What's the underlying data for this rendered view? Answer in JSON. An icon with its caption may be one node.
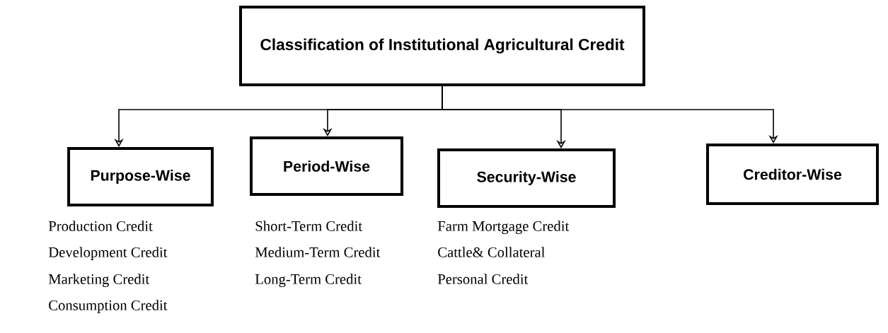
{
  "diagram": {
    "nodes": [
      {
        "text": [
          "Classification of Institutional Agricultural Credit"
        ]
      },
      {
        "text": [
          "Purpose-Wise"
        ],
        "beside": [
          "Production Credit",
          "Development Credit",
          "Marketing Credit",
          "Consumption Credit"
        ]
      },
      {
        "text": [
          "Period-Wise"
        ],
        "beside": [
          "Short-Term Credit",
          "Medium-Term Credit",
          "Long-Term Credit"
        ]
      },
      {
        "text": [
          "Security-Wise"
        ],
        "beside": [
          "Farm Mortgage Credit",
          "Cattle& Collateral",
          "Personal Credit"
        ]
      },
      {
        "text": [
          "Creditor-Wise"
        ]
      }
    ],
    "edges": [
      {
        "from": 0,
        "to": 1,
        "arrow": "to"
      },
      {
        "from": 0,
        "to": 2,
        "arrow": "to"
      },
      {
        "from": 0,
        "to": 3,
        "arrow": "to"
      },
      {
        "from": 0,
        "to": 4,
        "arrow": "to"
      }
    ]
  }
}
